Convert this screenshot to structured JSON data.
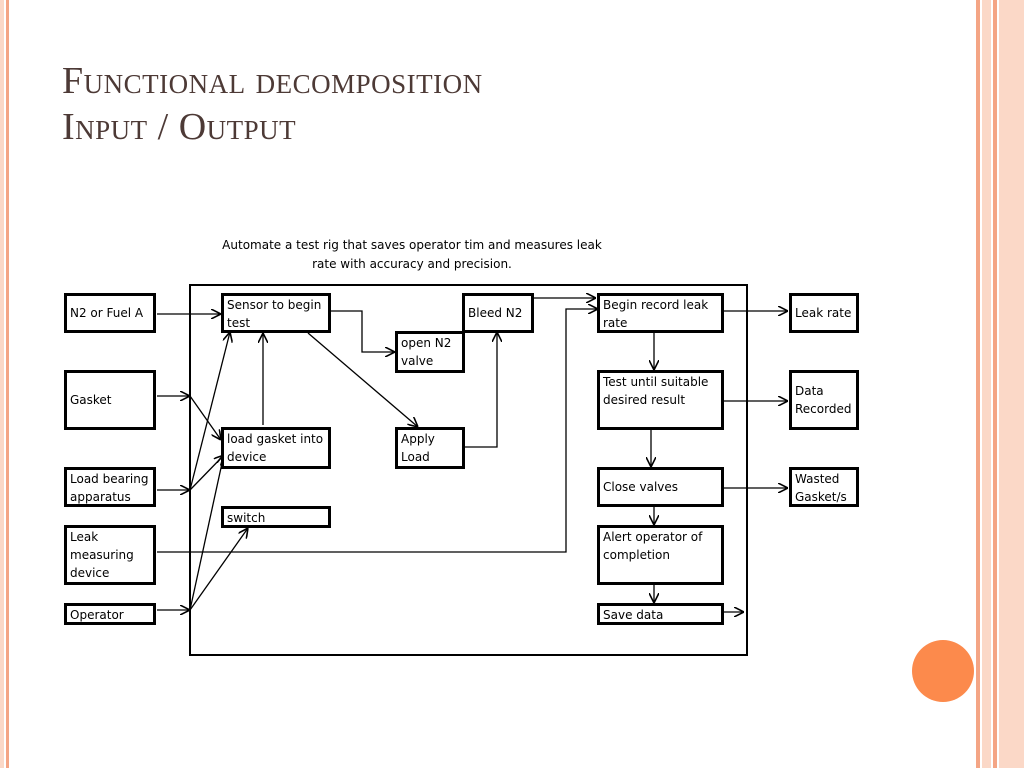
{
  "title": {
    "line1": "Functional decomposition",
    "line2": "Input / Output"
  },
  "caption": "Automate a test rig that saves operator tim and measures leak rate with accuracy and precision.",
  "inputs": {
    "n2": "N2 or Fuel A",
    "gasket": "Gasket",
    "load_bearing": "Load bearing apparatus",
    "leak_device": "Leak measuring device",
    "operator": "Operator"
  },
  "process": {
    "sensor": "Sensor to begin test",
    "open_n2": "open N2 valve",
    "bleed_n2": "Bleed N2",
    "load_gasket": "load gasket into device",
    "apply_load": "Apply Load",
    "switch": "switch",
    "begin_record": "Begin record leak rate",
    "test_until": "Test until suitable desired result",
    "close_valves": "Close valves",
    "alert": "Alert operator of completion",
    "save_data": "Save data"
  },
  "outputs": {
    "leak_rate": "Leak rate",
    "data_recorded": "Data Recorded",
    "wasted": "Wasted Gasket/s"
  },
  "colors": {
    "title": "#4d3a36",
    "accent_dot": "#fc8a4c",
    "border_stripe_dark": "#f4a585",
    "border_stripe_light": "#fbd8c7"
  }
}
